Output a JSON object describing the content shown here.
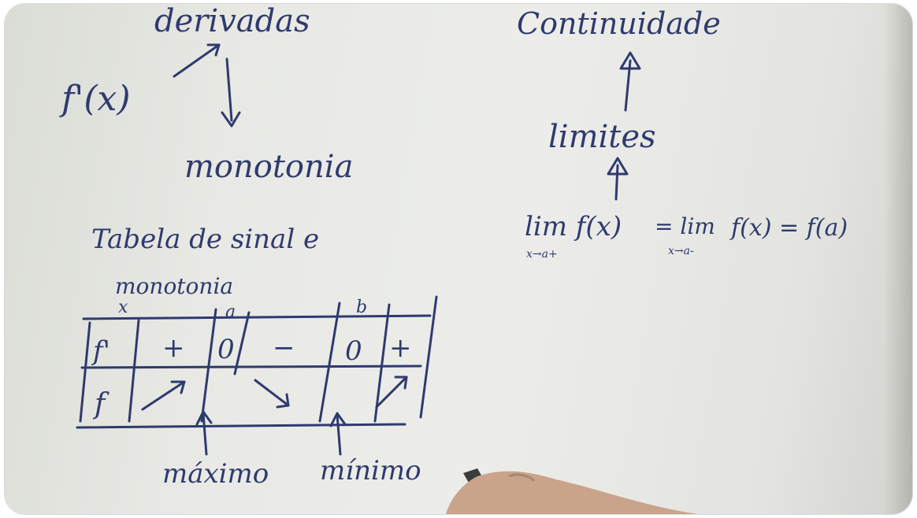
{
  "notes": {
    "derivadas": "derivadas",
    "f_prime": "f'(x)",
    "monotonia": "monotonia",
    "tabela": "Tabela de sinal e",
    "tabela_line2": "monotonia",
    "continuidade": "Continuidade",
    "limites": "limites",
    "formula_left": "lim f(x)",
    "formula_left_sub": "x→a+",
    "formula_mid": "= lim",
    "formula_mid_sub": "x→a-",
    "formula_right": "f(x) = f(a)",
    "maximo": "máximo",
    "minimo": "mínimo"
  },
  "table": {
    "header": [
      "x",
      "a",
      "b"
    ],
    "row1": [
      "f'",
      "+",
      "0",
      "−",
      "0",
      "+"
    ],
    "row2": [
      "f",
      "↗",
      "",
      "↘",
      "",
      "↗"
    ]
  },
  "colors": {
    "ink": "#2f3a6e",
    "paper": "#e9eae6",
    "skin": "#c9a48a"
  }
}
